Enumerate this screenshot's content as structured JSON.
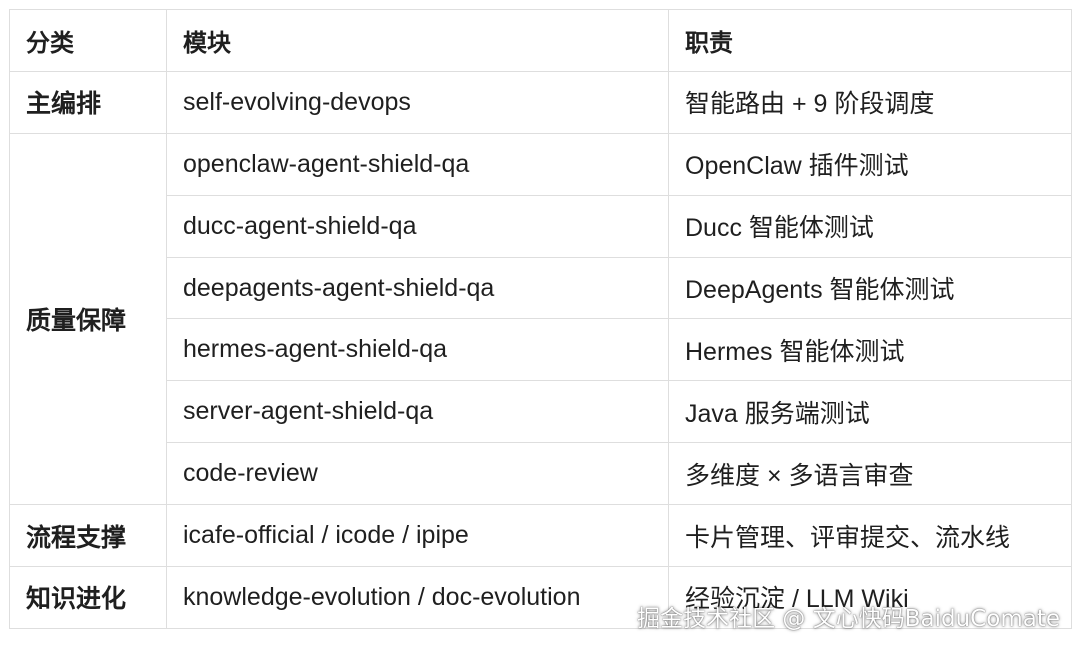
{
  "headers": {
    "category": "分类",
    "module": "模块",
    "responsibility": "职责"
  },
  "groups": {
    "orchestration": {
      "label": "主编排",
      "rows": [
        {
          "module": "self-evolving-devops",
          "responsibility": "智能路由 + 9 阶段调度"
        }
      ]
    },
    "quality": {
      "label": "质量保障",
      "rows": [
        {
          "module": "openclaw-agent-shield-qa",
          "responsibility": "OpenClaw 插件测试"
        },
        {
          "module": "ducc-agent-shield-qa",
          "responsibility": "Ducc 智能体测试"
        },
        {
          "module": "deepagents-agent-shield-qa",
          "responsibility": "DeepAgents 智能体测试"
        },
        {
          "module": "hermes-agent-shield-qa",
          "responsibility": "Hermes 智能体测试"
        },
        {
          "module": "server-agent-shield-qa",
          "responsibility": "Java 服务端测试"
        },
        {
          "module": "code-review",
          "responsibility": "多维度 × 多语言审查"
        }
      ]
    },
    "process": {
      "label": "流程支撑",
      "rows": [
        {
          "module": "icafe-official / icode / ipipe",
          "responsibility": "卡片管理、评审提交、流水线"
        }
      ]
    },
    "knowledge": {
      "label": "知识进化",
      "rows": [
        {
          "module": "knowledge-evolution / doc-evolution",
          "responsibility": "经验沉淀 / LLM Wiki"
        }
      ]
    }
  },
  "watermark": "掘金技术社区 @ 文心快码BaiduComate"
}
